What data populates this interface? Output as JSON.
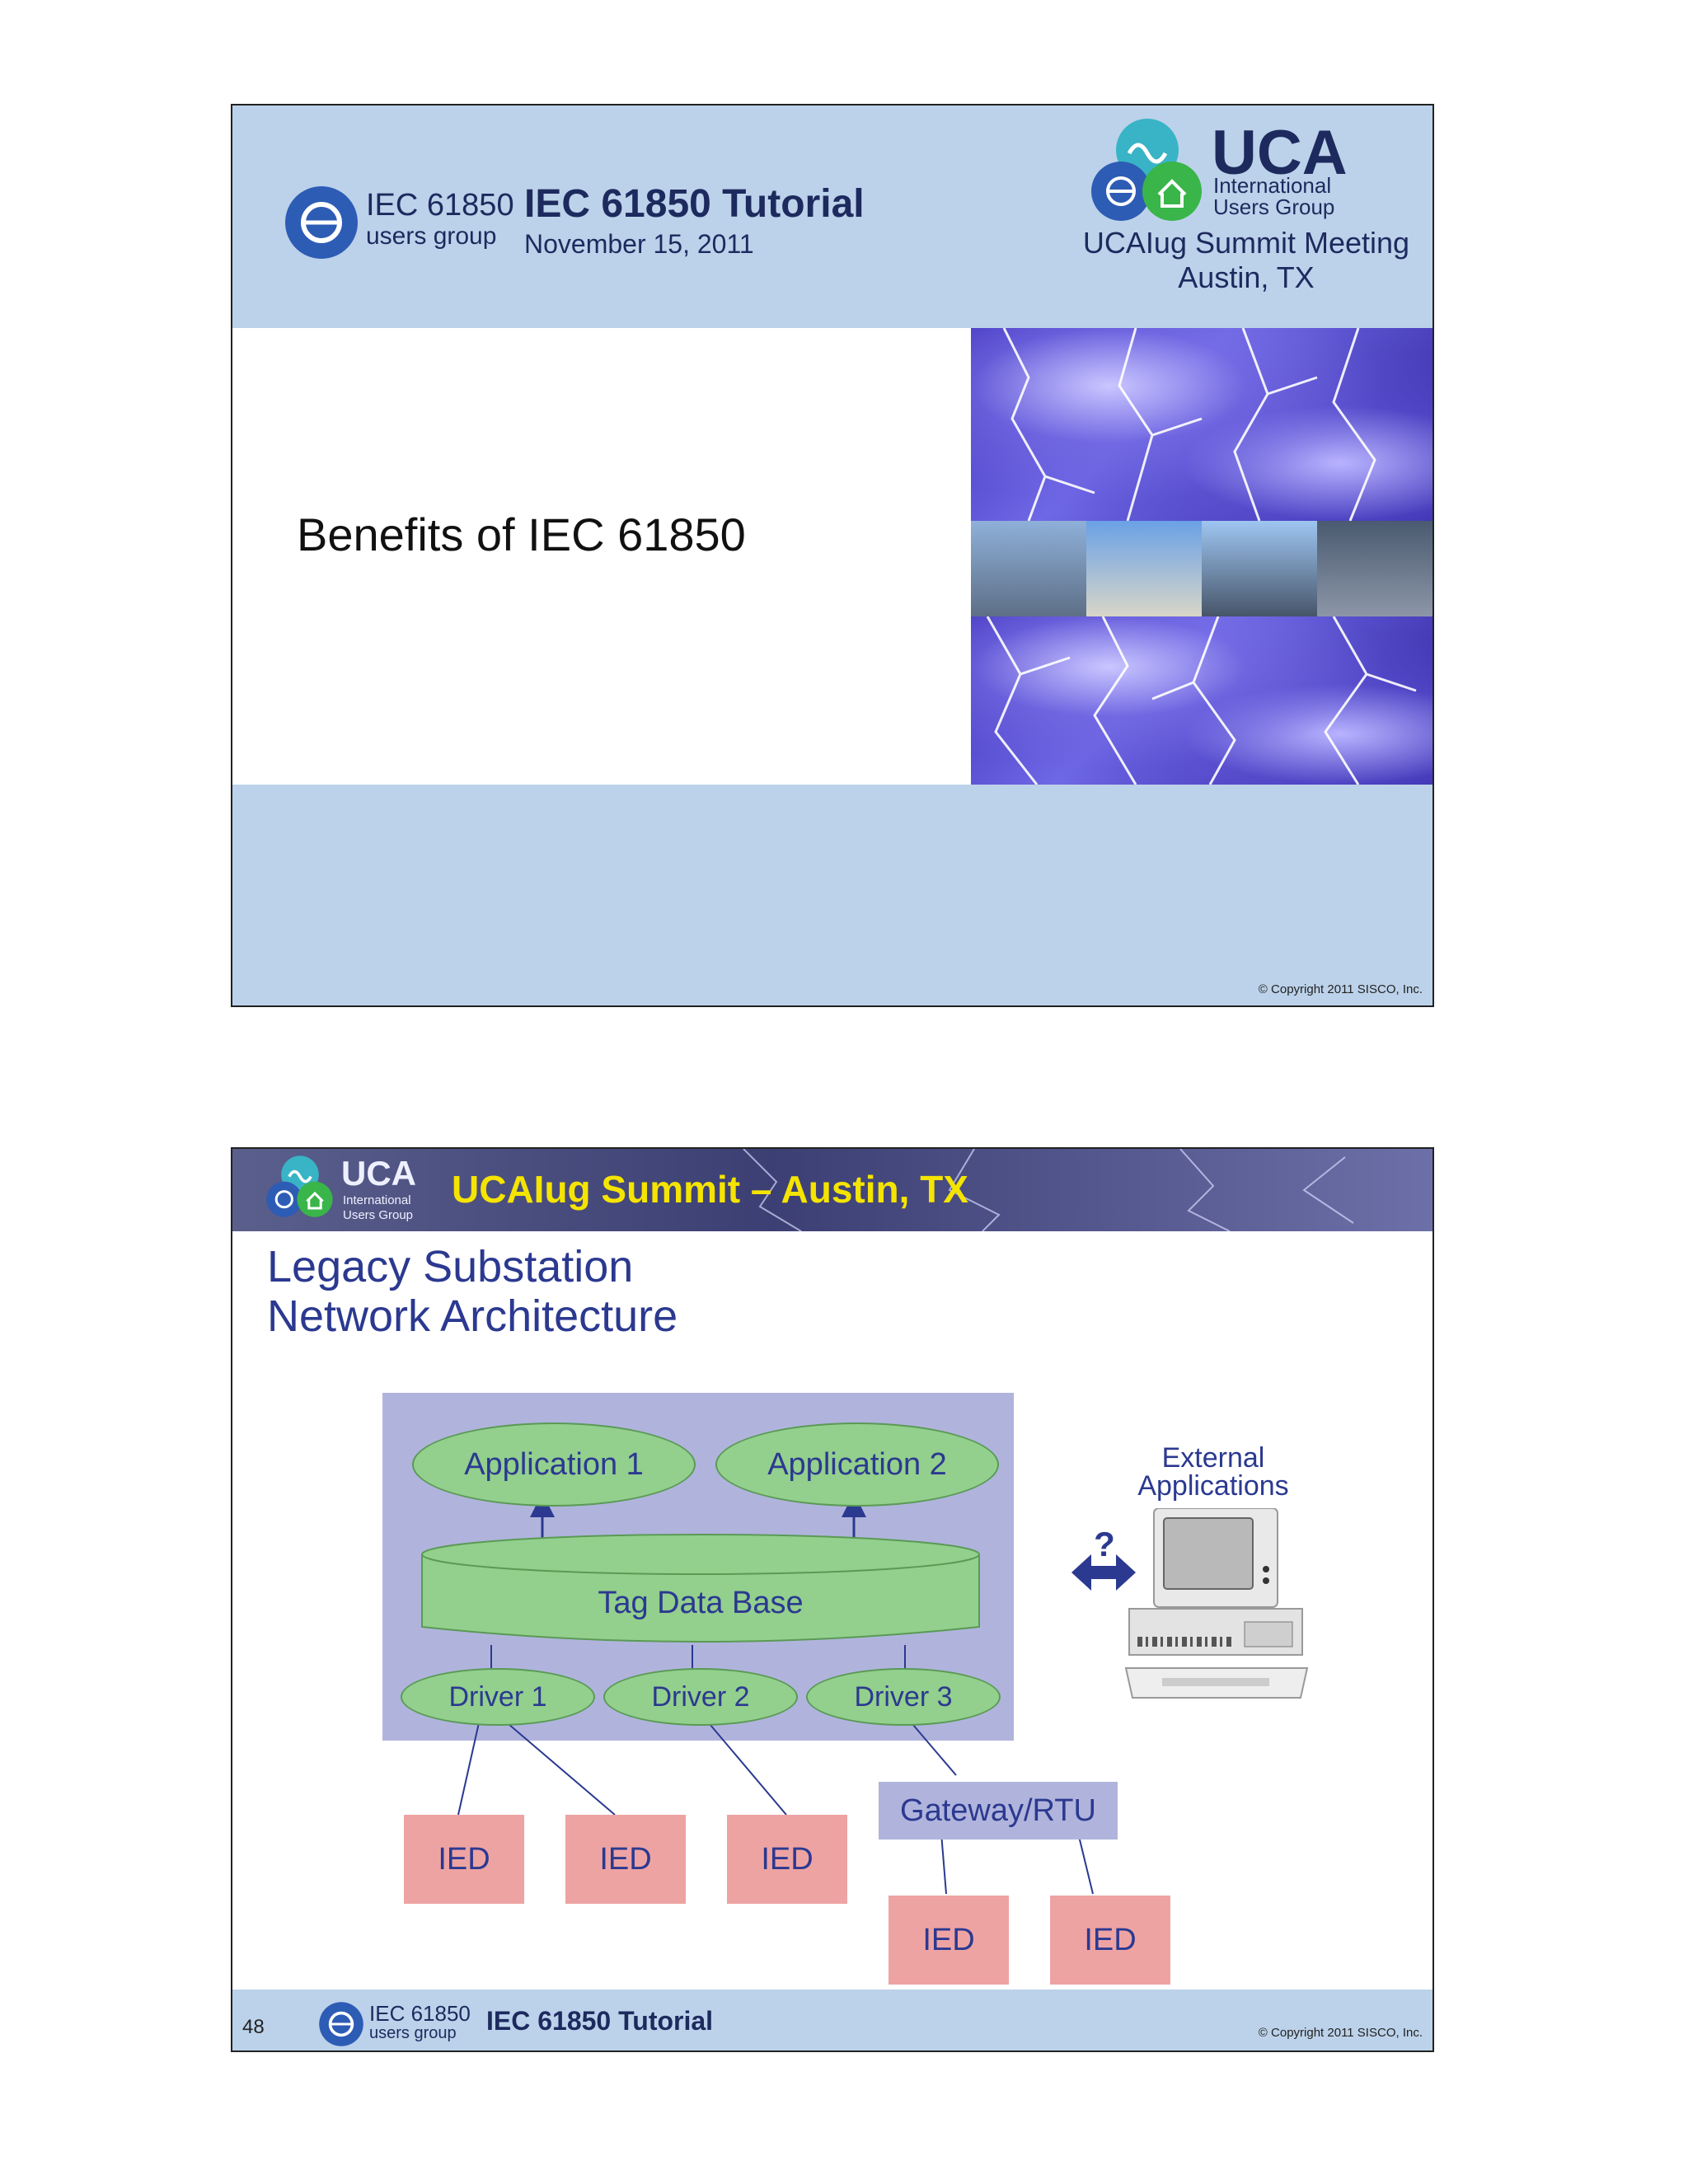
{
  "slide1": {
    "iec_logo_text_line1": "IEC 61850",
    "iec_logo_text_line2": "users group",
    "title": "IEC 61850 Tutorial",
    "date": "November 15, 2011",
    "uca_logo_text": "UCA",
    "uca_logo_sub1": "International",
    "uca_logo_sub2": "Users Group",
    "meeting_line1": "UCAIug Summit Meeting",
    "meeting_line2": "Austin, TX",
    "heading": "Benefits of IEC 61850",
    "copyright": "© Copyright 2011  SISCO, Inc."
  },
  "slide2": {
    "uca_logo_text": "UCA",
    "uca_logo_sub1": "International",
    "uca_logo_sub2": "Users Group",
    "header_title": "UCAIug Summit – Austin, TX",
    "title_line1": "Legacy Substation",
    "title_line2": "Network Architecture",
    "diagram": {
      "app1": "Application 1",
      "app2": "Application 2",
      "database": "Tag Data Base",
      "driver1": "Driver 1",
      "driver2": "Driver 2",
      "driver3": "Driver 3",
      "gateway": "Gateway/RTU",
      "ied": "IED",
      "question": "?",
      "external_line1": "External",
      "external_line2": "Applications"
    },
    "page_number": "48",
    "footer_logo_line1": "IEC 61850",
    "footer_logo_line2": "users group",
    "footer_title": "IEC 61850 Tutorial",
    "copyright": "© Copyright 2011 SISCO, Inc."
  },
  "colors": {
    "header_blue": "#bcd2ea",
    "title_blue": "#2b3990",
    "highlight_yellow": "#f5e400",
    "diagram_panel": "#b0b4dc",
    "ellipse_green": "#93cf8d",
    "ied_pink": "#eea3a3",
    "gateway_lavender": "#b0b4dc"
  }
}
